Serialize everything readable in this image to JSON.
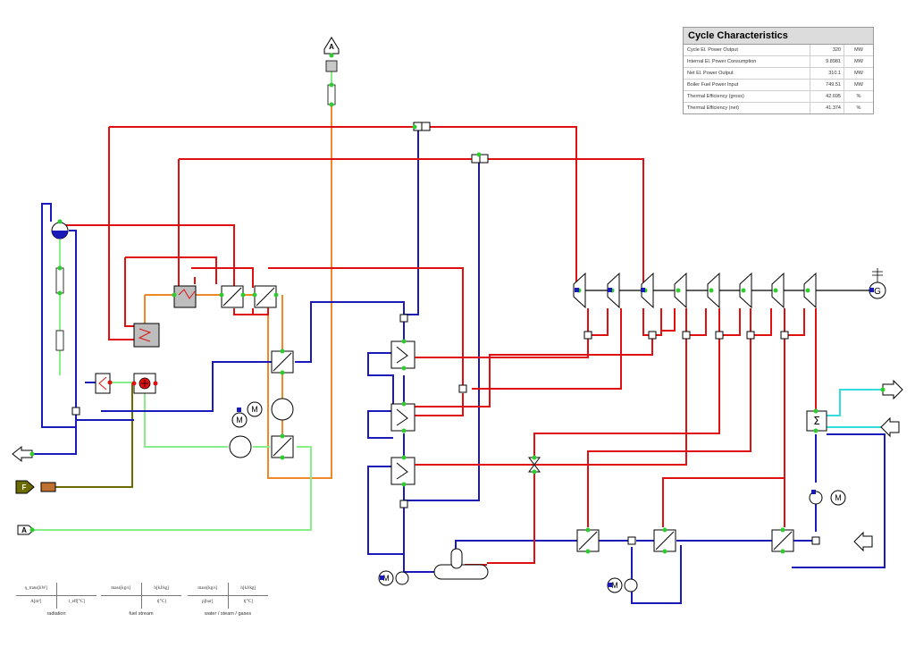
{
  "cycle_characteristics": {
    "title": "Cycle Characteristics",
    "rows": [
      {
        "label": "Cycle El. Power Output",
        "value": "320",
        "unit": "MW"
      },
      {
        "label": "Internal El. Power Consumption",
        "value": "9.8981",
        "unit": "MW"
      },
      {
        "label": "Net El. Power Output",
        "value": "310.1",
        "unit": "MW"
      },
      {
        "label": "Boiler Fuel Power Input",
        "value": "749.51",
        "unit": "MW"
      },
      {
        "label": "Thermal Efficiency (gross)",
        "value": "42.695",
        "unit": "%"
      },
      {
        "label": "Thermal Efficiency (net)",
        "value": "41.374",
        "unit": "%"
      }
    ]
  },
  "legends": [
    {
      "tl": "q_trans[kW]",
      "tr": "",
      "bl": "A[m²]",
      "br": "t_eff[°C]",
      "caption": "radiation"
    },
    {
      "tl": "mass[kg/s]",
      "tr": "h[kJ/kg]",
      "bl": "",
      "br": "t[°C]",
      "caption": "fuel stream"
    },
    {
      "tl": "mass[kg/s]",
      "tr": "h[kJ/kg]",
      "bl": "p[bar]",
      "br": "t[°C]",
      "caption": "water / steam / gases"
    }
  ],
  "ports": {
    "air_top": "A",
    "air_left": "A",
    "fuel": "F"
  },
  "colors": {
    "steam": "#e01010",
    "water": "#1a1ab8",
    "flue_gas": "#f0882a",
    "air": "#88ee88",
    "fuel": "#6b6b00",
    "cooling": "#33dddd"
  }
}
